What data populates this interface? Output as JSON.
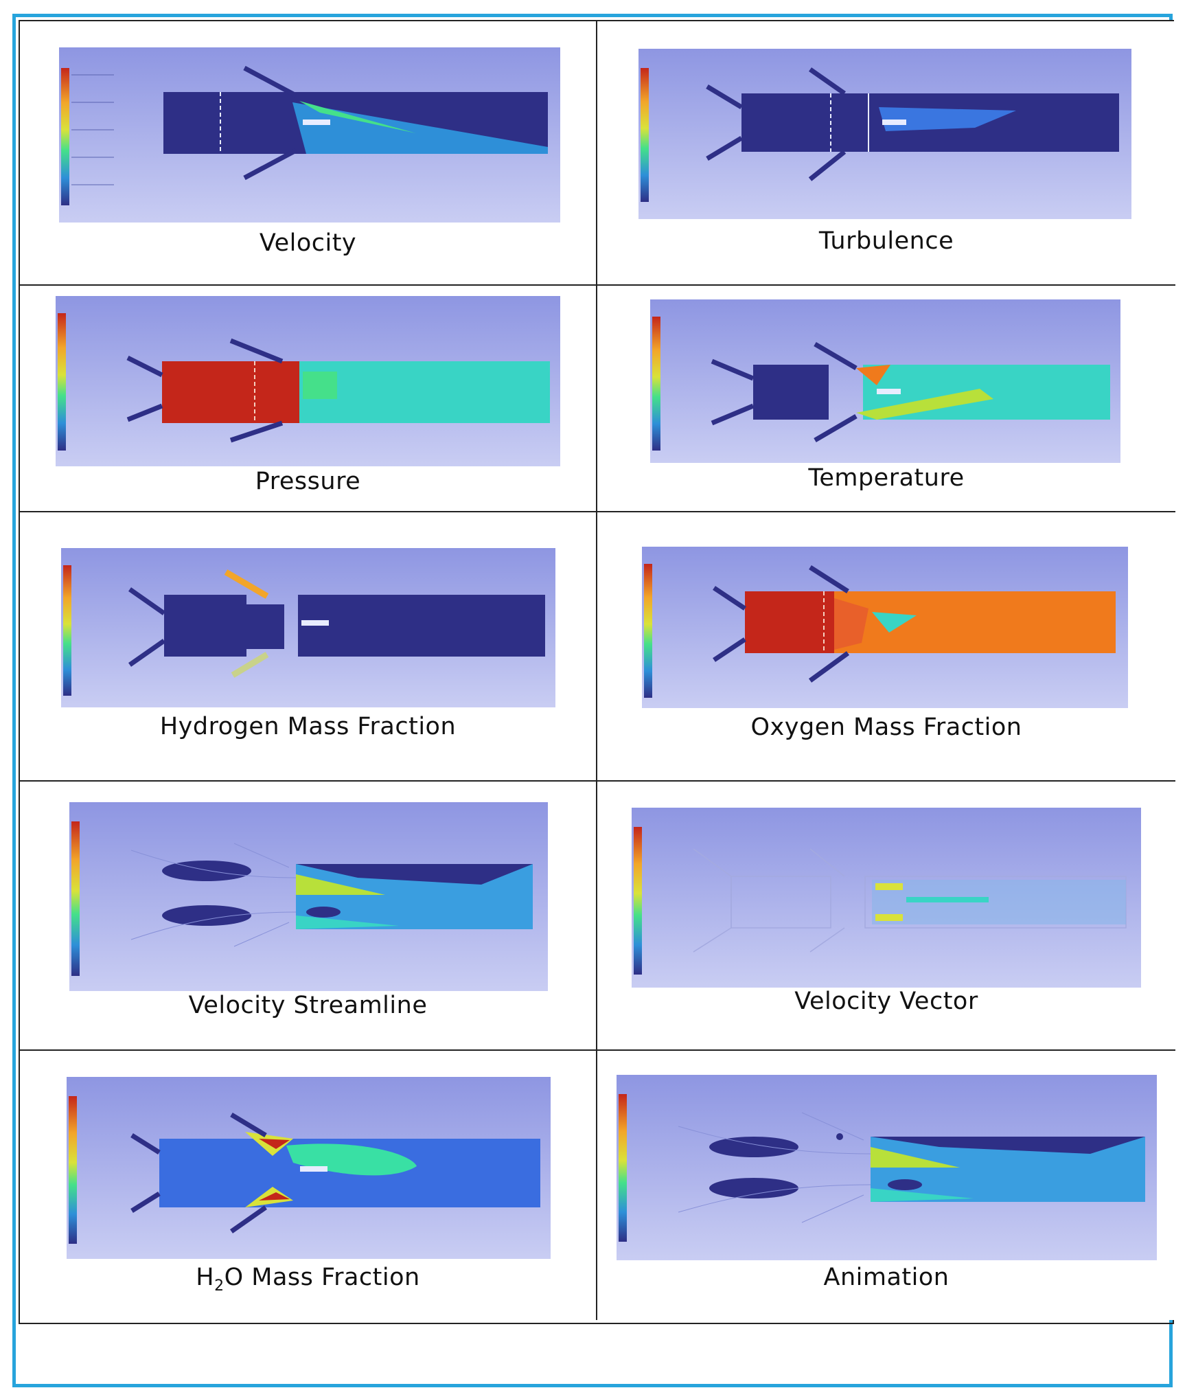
{
  "panels": [
    {
      "caption": "Velocity"
    },
    {
      "caption": "Turbulence"
    },
    {
      "caption": "Pressure"
    },
    {
      "caption": "Temperature"
    },
    {
      "caption": "Hydrogen Mass Fraction"
    },
    {
      "caption": "Oxygen Mass Fraction"
    },
    {
      "caption": "Velocity Streamline"
    },
    {
      "caption": "Velocity Vector"
    },
    {
      "caption_prefix": "H",
      "caption_sub": "2",
      "caption_suffix": "O Mass Fraction"
    },
    {
      "caption": "Animation"
    }
  ],
  "colors": {
    "frame": "#27a4dc",
    "background_light": "#c3c9f2",
    "background_dark": "#8e96e2",
    "dark_blue": "#2e2f86",
    "red": "#c4261a",
    "orange": "#f07a1c",
    "cyan": "#39d4c5",
    "green": "#45e08a"
  }
}
